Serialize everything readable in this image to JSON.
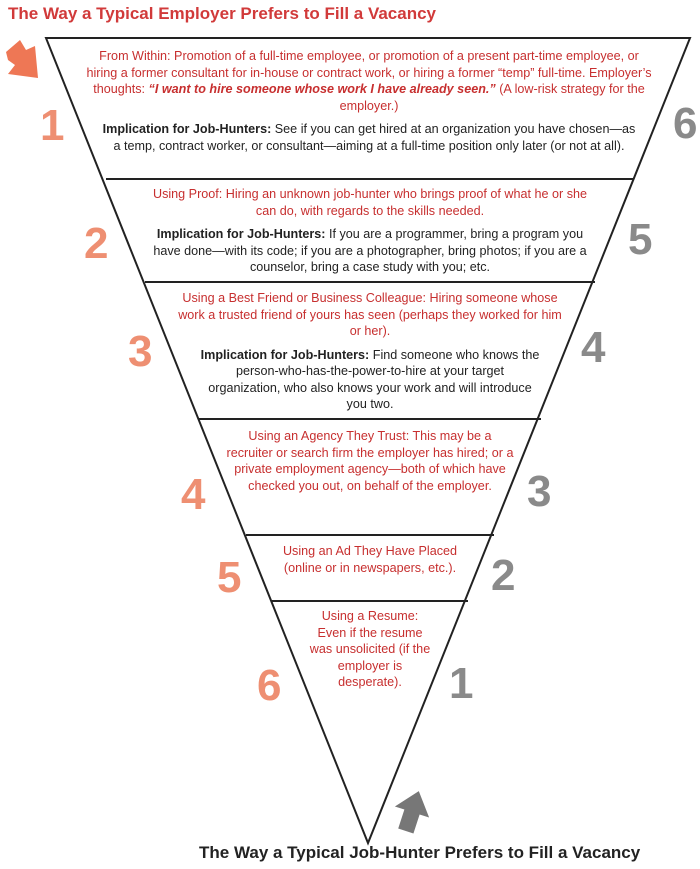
{
  "titles": {
    "top": "The Way a Typical Employer Prefers to Fill a Vacancy",
    "bottom": "The Way a Typical Job-Hunter Prefers to Fill a Vacancy"
  },
  "colors": {
    "red": "#c72f2f",
    "orange_numbers": "#ee8f72",
    "gray_numbers": "#8a8a8a",
    "title_red": "#d13a3a",
    "arrow_top": "#ee7755",
    "arrow_bottom": "#777777"
  },
  "bands": [
    {
      "employer_rank": "1",
      "jobhunter_rank": "6",
      "strategy": "From Within: Promotion of a full-time employee, or promotion of a present part-time employee, or hiring a former consultant for in-house or contract work, or hiring a former “temp” full-time. Employer’s thoughts:",
      "strategy_quote": "“I want to hire someone whose work I have already seen.”",
      "strategy_tail": "(A low-risk strategy for the employer.)",
      "implication_label": "Implication for Job-Hunters:",
      "implication_text": "See if you can get hired at an organization you have chosen—as a temp, contract worker, or consultant—aiming at a full-time position only later (or not at all)."
    },
    {
      "employer_rank": "2",
      "jobhunter_rank": "5",
      "strategy": "Using Proof: Hiring an unknown job-hunter who brings proof of what he or she can do, with regards to the skills needed.",
      "implication_label": "Implication for Job-Hunters:",
      "implication_text": "If you are a programmer, bring a program you have done—with its code; if you are a photographer, bring photos; if you are a counselor, bring a case study with you; etc."
    },
    {
      "employer_rank": "3",
      "jobhunter_rank": "4",
      "strategy": "Using a Best Friend or Business Colleague: Hiring someone whose work a trusted friend of yours has seen (perhaps they worked for him or her).",
      "implication_label": "Implication for Job-Hunters:",
      "implication_text": "Find someone who knows the person-who-has-the-power-to-hire at your target organization, who also knows your work and will introduce you two."
    },
    {
      "employer_rank": "4",
      "jobhunter_rank": "3",
      "strategy": "Using an Agency They Trust: This may be a recruiter or search firm the employer has hired; or a private employment agency—both of which have checked you out, on behalf of the employer."
    },
    {
      "employer_rank": "5",
      "jobhunter_rank": "2",
      "strategy": "Using an Ad They Have Placed (online or in newspapers, etc.)."
    },
    {
      "employer_rank": "6",
      "jobhunter_rank": "1",
      "strategy": "Using a Resume: Even if the resume was unsolicited (if the employer is desperate)."
    }
  ]
}
